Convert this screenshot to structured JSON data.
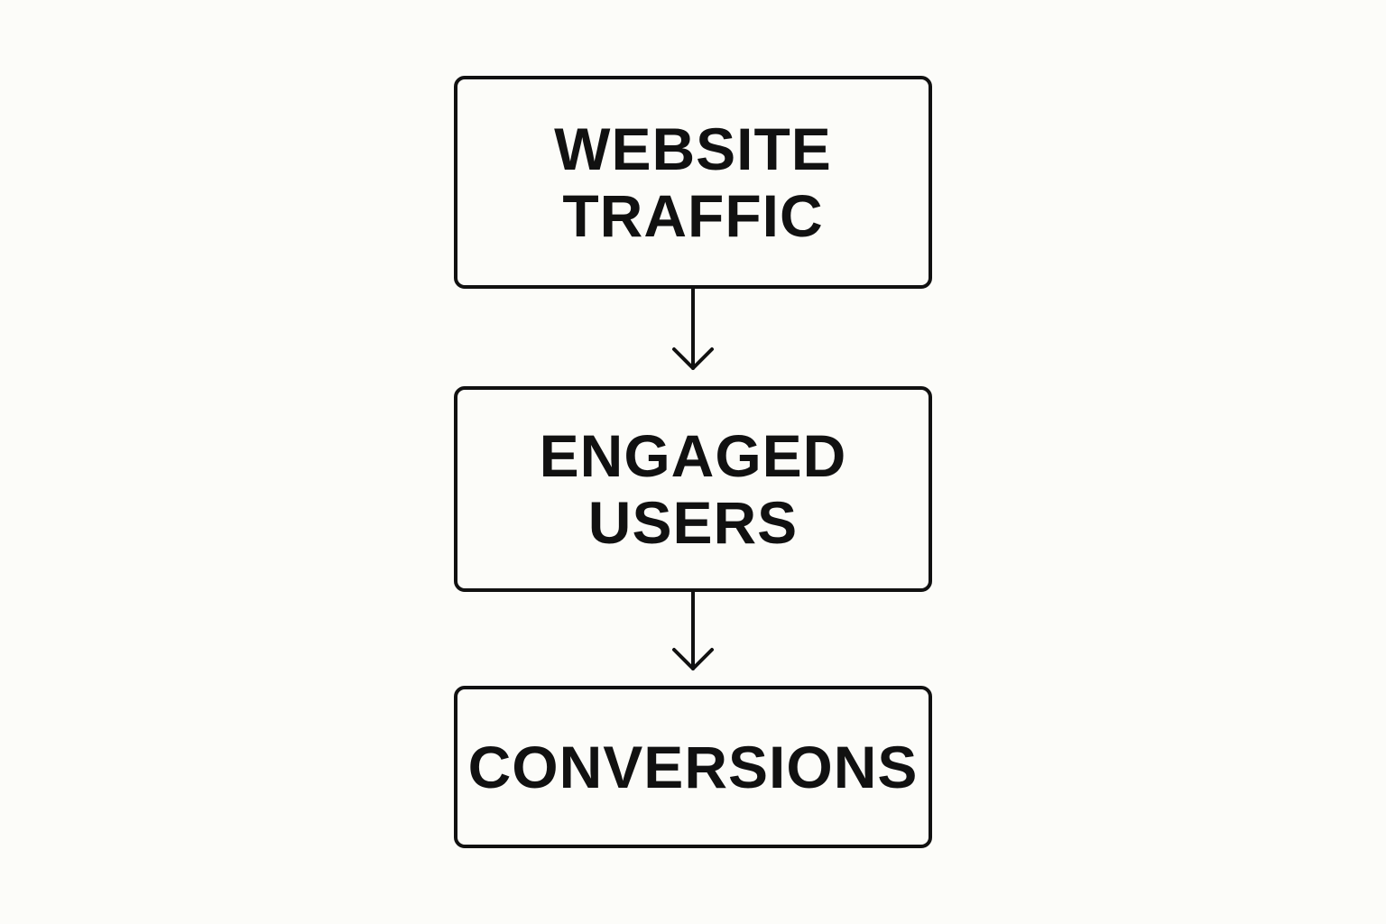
{
  "diagram": {
    "colors": {
      "background": "#fcfcf9",
      "stroke": "#111111",
      "text": "#111111"
    },
    "nodes": [
      {
        "id": "website-traffic",
        "lines": [
          "WEBSITE",
          "TRAFFIC"
        ]
      },
      {
        "id": "engaged-users",
        "lines": [
          "ENGAGED",
          "USERS"
        ]
      },
      {
        "id": "conversions",
        "lines": [
          "CONVERSIONS"
        ]
      }
    ],
    "edges": [
      {
        "from": "website-traffic",
        "to": "engaged-users"
      },
      {
        "from": "engaged-users",
        "to": "conversions"
      }
    ]
  }
}
